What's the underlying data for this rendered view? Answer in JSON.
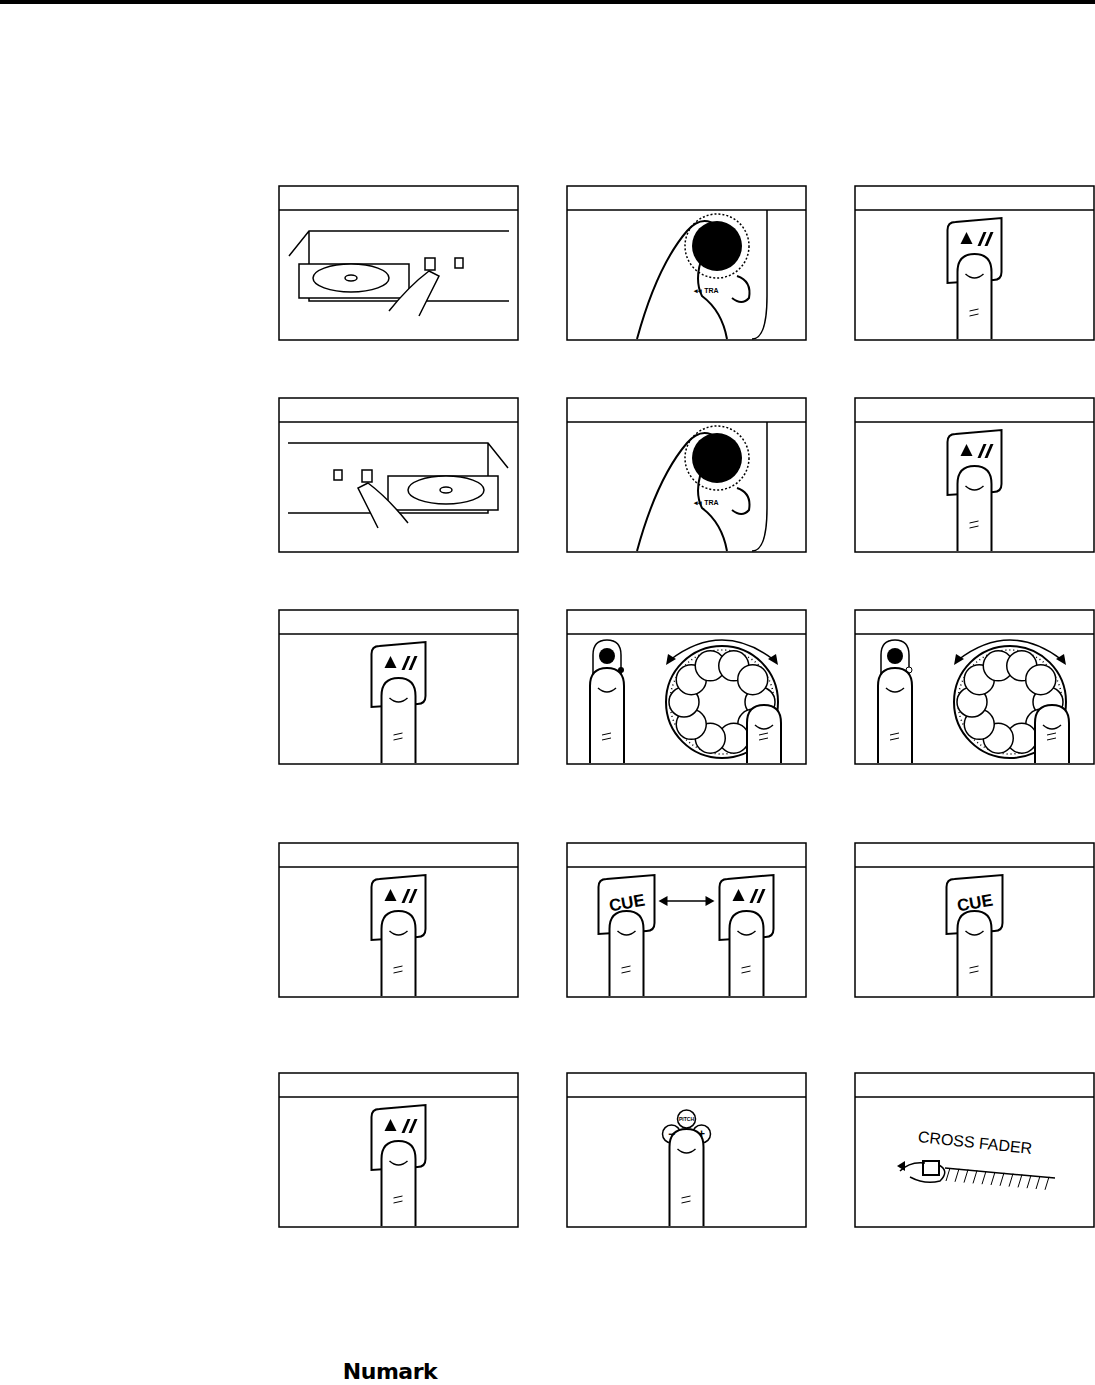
{
  "diagram": {
    "labels": [
      "◂◂ TRA",
      "◂◂ TRA",
      "CUE",
      "CUE",
      "PITCH",
      "−",
      "+",
      "CROSS FADER",
      "Numark"
    ]
  }
}
